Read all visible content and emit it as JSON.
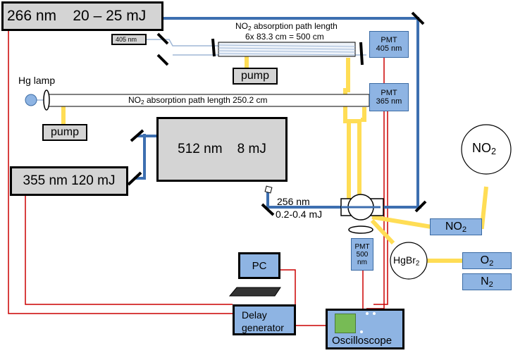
{
  "lasers": {
    "laser_266": "266 nm    20 – 25 mJ",
    "laser_405": "405 nm",
    "laser_512": "512 nm    8 mJ",
    "laser_355": "355 nm 120 mJ"
  },
  "cell_405": {
    "title_prefix": "NO",
    "title_sub": "2",
    "title_suffix": " absorption path length",
    "detail": "6x 83.3 cm = 500 cm"
  },
  "cell_365": {
    "prefix": "NO",
    "sub": "2",
    "suffix": " absorption path length 250.2 cm"
  },
  "pumps": {
    "pump_1": "pump",
    "pump_2": "pump"
  },
  "lamp": {
    "label": "Hg lamp"
  },
  "pmts": {
    "pmt_405_line1": "PMT",
    "pmt_405_line2": "405 nm",
    "pmt_365_line1": "PMT",
    "pmt_365_line2": "365 nm",
    "pmt_500_line1": "PMT",
    "pmt_500_line2": "500",
    "pmt_500_line3": "nm"
  },
  "beam_256": {
    "wavelength": "256 nm",
    "energy": "0.2-0.4 mJ"
  },
  "gases": {
    "no2_circle_main": "NO",
    "no2_circle_sub": "2",
    "no2_box_main": "NO",
    "no2_box_sub": "2",
    "hgbr2_main": "HgBr",
    "hgbr2_sub": "2",
    "o2_main": "O",
    "o2_sub": "2",
    "n2_main": "N",
    "n2_sub": "2"
  },
  "electronics": {
    "pc": "PC",
    "delay_line1": "Delay",
    "delay_line2": "generator",
    "oscilloscope": "Oscilloscope"
  },
  "colors": {
    "beam": "#3d6fb0",
    "gas_line": "#ffdd55",
    "signal_wire": "#cc0000",
    "box_gray": "#d4d4d4",
    "box_blue": "#8eb4e3",
    "scope_screen": "#77bb55"
  }
}
